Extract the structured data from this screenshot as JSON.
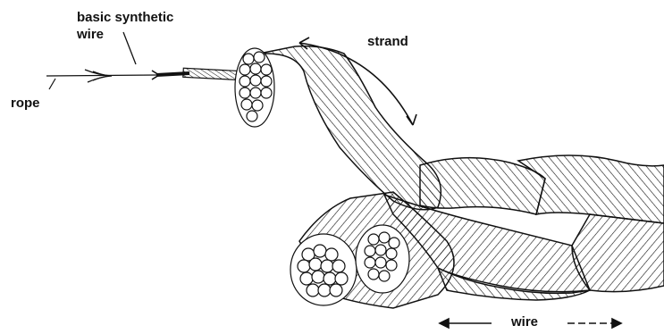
{
  "labels": {
    "basic_wire_line1": "basic synthetic",
    "basic_wire_line2": "wire",
    "strand": "strand",
    "rope": "rope",
    "wire": "wire"
  },
  "colors": {
    "ink": "#111111",
    "background": "#ffffff"
  }
}
